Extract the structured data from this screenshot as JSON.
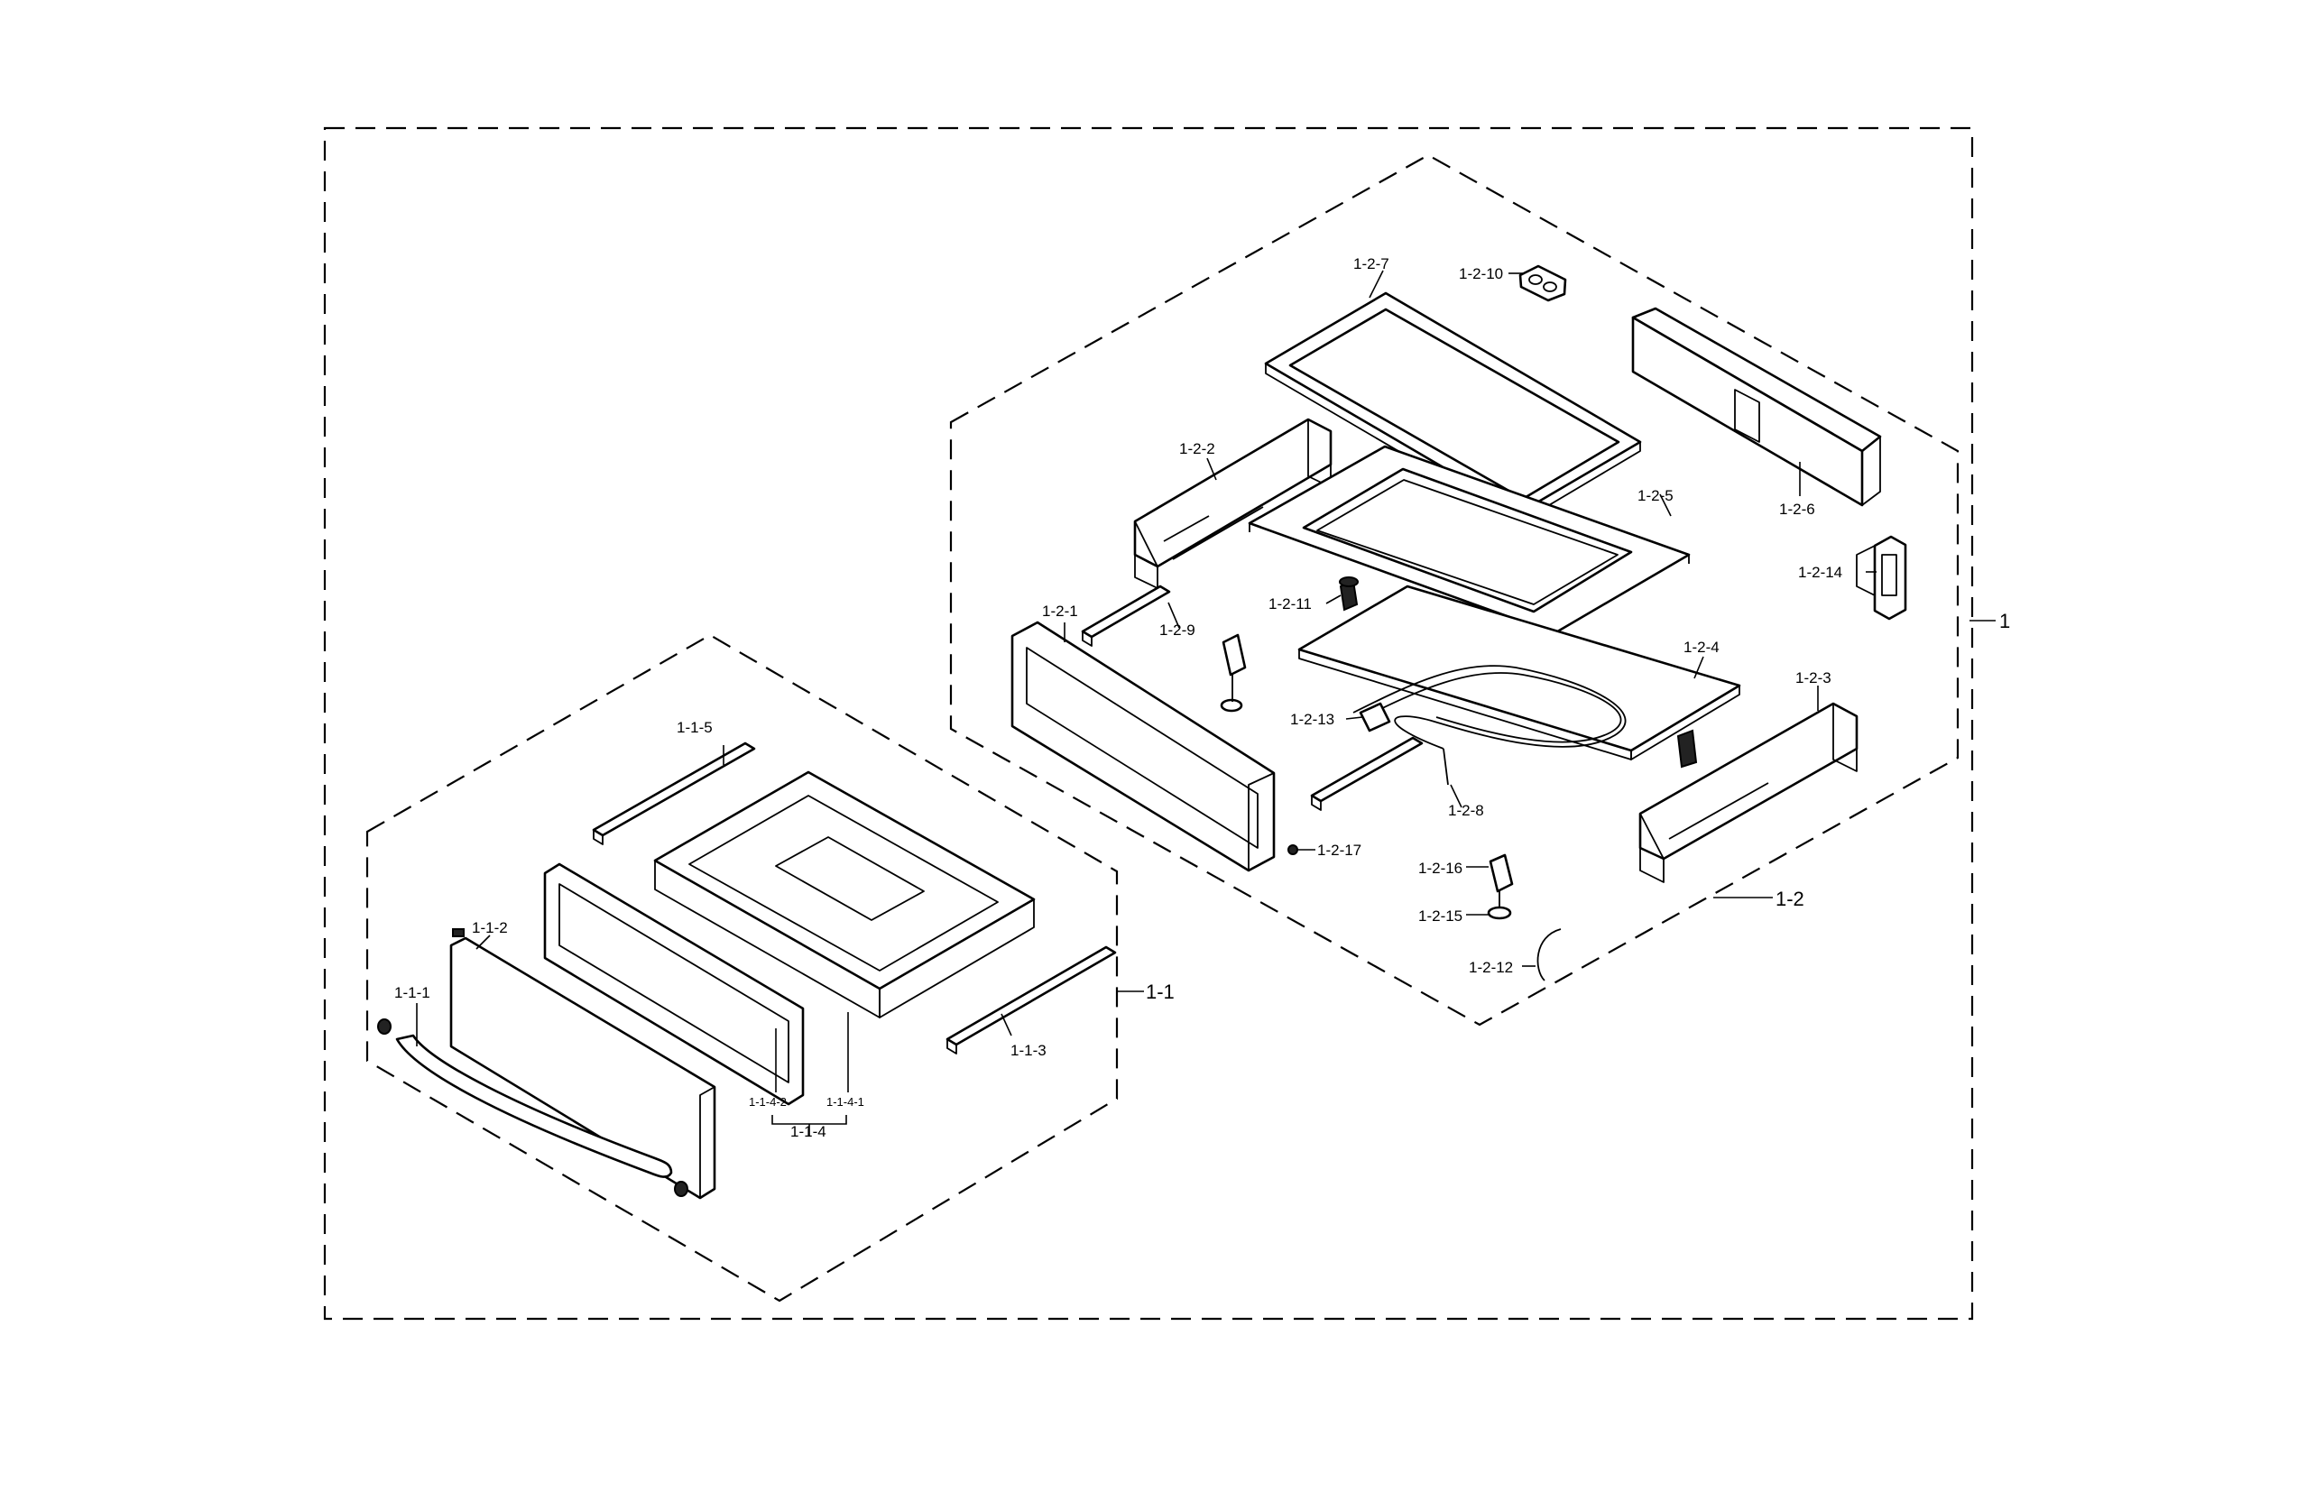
{
  "callouts": {
    "assembly": "1",
    "drawer_assembly": "1-1",
    "handle": "1-1-1",
    "drawer_front_panel": "1-1-2",
    "drawer_slide_right": "1-1-3",
    "drawer_frame": "1-1-4",
    "drawer_frame_part_2": "1-1-4-2",
    "drawer_frame_part_1": "1-1-4-1",
    "drawer_slide_rear": "1-1-5",
    "chamber_assembly": "1-2",
    "front_frame": "1-2-1",
    "side_panel_left": "1-2-2",
    "side_panel_right": "1-2-3",
    "bottom_plate": "1-2-4",
    "cover_plate": "1-2-5",
    "rear_panel": "1-2-6",
    "top_frame": "1-2-7",
    "heater": "1-2-8",
    "rail_left": "1-2-9",
    "gasket": "1-2-10",
    "leveler_a": "1-2-11",
    "wire": "1-2-12",
    "leveler_b": "1-2-13",
    "bracket": "1-2-14",
    "leveler_foot": "1-2-15",
    "leveler_body": "1-2-16",
    "screw": "1-2-17"
  }
}
